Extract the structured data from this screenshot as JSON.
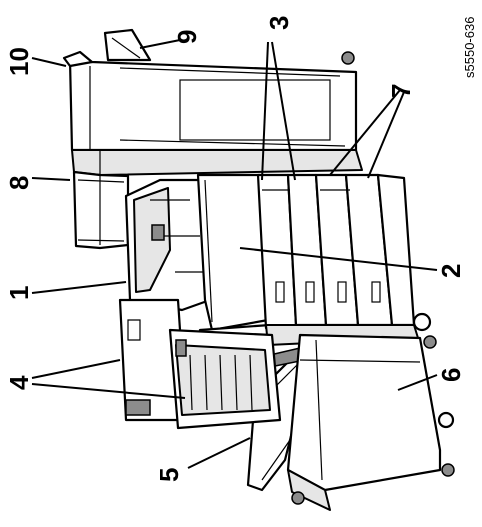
{
  "figure_id": "s5550-636",
  "callouts": {
    "c1": "1",
    "c2": "2",
    "c3": "3",
    "c4": "4",
    "c5": "5",
    "c6": "6",
    "c7": "7",
    "c8": "8",
    "c9": "9",
    "c10": "10"
  }
}
